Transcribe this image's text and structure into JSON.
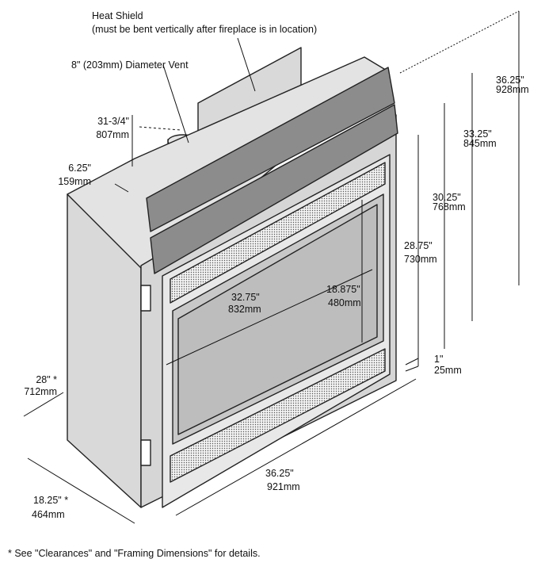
{
  "labels": {
    "heat_shield_title": "Heat Shield",
    "heat_shield_note": "(must be bent vertically after fireplace is in location)",
    "vent": "8\" (203mm) Diameter Vent",
    "vent_height_in": "31-3/4\"",
    "vent_height_mm": "807mm",
    "vent_offset_in": "6.25\"",
    "vent_offset_mm": "159mm",
    "total_height_in": "36.25\"",
    "total_height_mm": "928mm",
    "height_2_in": "33.25\"",
    "height_2_mm": "845mm",
    "height_3_in": "30.25\"",
    "height_3_mm": "768mm",
    "opening_height_in": "28.75\"",
    "opening_height_mm": "730mm",
    "opening_width_in": "32.75\"",
    "opening_width_mm": "832mm",
    "firebox_height_in": "18.875\"",
    "firebox_height_mm": "480mm",
    "base_in": "1\"",
    "base_mm": "25mm",
    "width_in": "36.25\"",
    "width_mm": "921mm",
    "depth_in": "18.25\" *",
    "depth_mm": "464mm",
    "side_depth_in": "28\" *",
    "side_depth_mm": "712mm",
    "footnote": "* See \"Clearances\" and \"Framing Dimensions\" for details."
  }
}
